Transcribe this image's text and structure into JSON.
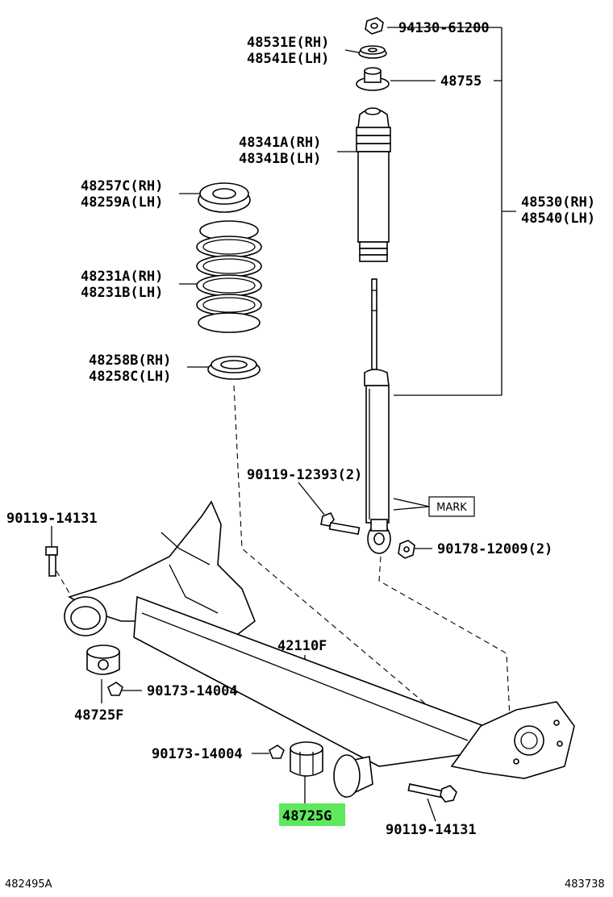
{
  "labels": {
    "p94130": "94130-61200",
    "p48531": "48531E(RH)",
    "p48541": "48541E(LH)",
    "p48755": "48755",
    "p48341a": "48341A(RH)",
    "p48341b": "48341B(LH)",
    "p48257": "48257C(RH)",
    "p48259": "48259A(LH)",
    "p48530": "48530(RH)",
    "p48540": "48540(LH)",
    "p48231a": "48231A(RH)",
    "p48231b": "48231B(LH)",
    "p48258b": "48258B(RH)",
    "p48258c": "48258C(LH)",
    "p90119_12393": "90119-12393(2)",
    "mark": "MARK",
    "p90119_left": "90119-14131",
    "p90178": "90178-12009(2)",
    "p42110": "42110F",
    "p90173_a": "90173-14004",
    "p48725f": "48725F",
    "p90173_b": "90173-14004",
    "p48725g": "48725G",
    "p90119_bottom": "90119-14131",
    "code_left": "482495A",
    "code_right": "483738"
  },
  "colors": {
    "highlight": "#5ee85e"
  }
}
